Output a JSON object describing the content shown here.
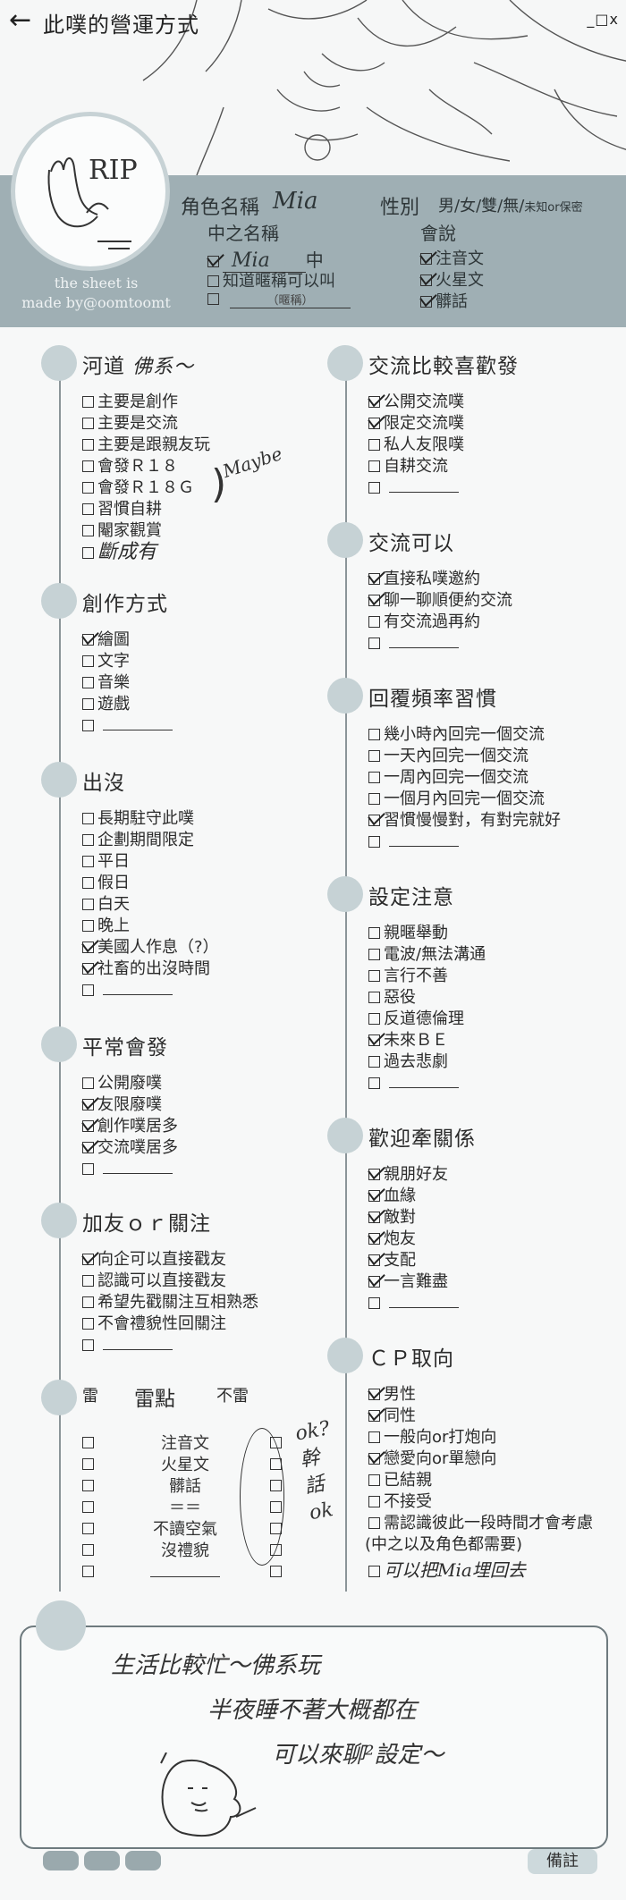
{
  "window": {
    "back_icon": "back-arrow-icon",
    "title": "此噗的營運方式",
    "controls": "_□x"
  },
  "avatar": {
    "sketch_text": "RIP"
  },
  "credit": {
    "line1": "the sheet is",
    "line2": "made by@oomtoomt"
  },
  "header": {
    "charname_label": "角色名稱",
    "charname_value": "Mia",
    "gender_label": "性別",
    "gender_options": "男/女/雙/無/",
    "gender_extra": "未知or保密",
    "cnname_label": "中之名稱",
    "cnname_value": "Mia",
    "cnname_suffix": "中",
    "cnname_alt": "知道暱稱可以叫",
    "nickname_hint": "（暱稱）",
    "speaks_label": "會說",
    "languages": [
      "注音文",
      "火星文",
      "髒話"
    ]
  },
  "left": {
    "river": {
      "title": "河道",
      "note": "佛系～",
      "items": [
        "主要是創作",
        "主要是交流",
        "主要是跟親友玩",
        "會發Ｒ１８",
        "會發Ｒ１８Ｇ",
        "習慣自耕",
        "閹家觀賞",
        "斷成有"
      ],
      "margin_note": "Maybe"
    },
    "create": {
      "title": "創作方式",
      "items": [
        "繪圖",
        "文字",
        "音樂",
        "遊戲"
      ]
    },
    "appear": {
      "title": "出沒",
      "items": [
        "長期駐守此噗",
        "企劃期間限定",
        "平日",
        "假日",
        "白天",
        "晚上",
        "美國人作息（?）",
        "社畜的出沒時間"
      ]
    },
    "post": {
      "title": "平常會發",
      "items": [
        "公開廢噗",
        "友限廢噗",
        "創作噗居多",
        "交流噗居多"
      ]
    },
    "follow": {
      "title": "加友ｏｒ關注",
      "items": [
        "向企可以直接戳友",
        "認識可以直接戳友",
        "希望先戳關注互相熟悉",
        "不會禮貌性回關注"
      ]
    },
    "dislike": {
      "col_dislike": "雷",
      "title": "雷點",
      "col_ok": "不雷",
      "rows": [
        "注音文",
        "火星文",
        "髒話",
        "＝＝",
        "不讀空氣",
        "沒禮貌"
      ],
      "handwriting": [
        "ok?",
        "幹",
        "話",
        "ok"
      ]
    }
  },
  "right": {
    "likes": {
      "title": "交流比較喜歡發",
      "items": [
        "公開交流噗",
        "限定交流噗",
        "私人友限噗",
        "自耕交流"
      ]
    },
    "can": {
      "title": "交流可以",
      "items": [
        "直接私噗邀約",
        "聊一聊順便約交流",
        "有交流過再約"
      ]
    },
    "reply": {
      "title": "回覆頻率習慣",
      "items": [
        "幾小時內回完一個交流",
        "一天內回完一個交流",
        "一周內回完一個交流",
        "一個月內回完一個交流",
        "習慣慢慢對，有對完就好"
      ]
    },
    "setting": {
      "title": "設定注意",
      "items": [
        "親暱舉動",
        "電波/無法溝通",
        "言行不善",
        "惡役",
        "反道德倫理",
        "未來ＢＥ",
        "過去悲劇"
      ]
    },
    "relation": {
      "title": "歡迎牽關係",
      "items": [
        "親朋好友",
        "血緣",
        "敵對",
        "炮友",
        "支配",
        "一言難盡"
      ]
    },
    "cp": {
      "title": "ＣＰ取向",
      "items": [
        "男性",
        "同性",
        "一般向or打炮向",
        "戀愛向or單戀向",
        "已結親",
        "不接受",
        "需認識彼此一段時間才會考慮"
      ],
      "note": "(中之以及角色都需要)",
      "last": "可以把Mia埋回去"
    }
  },
  "memo": {
    "lines": [
      "生活比較忙～佛系玩",
      "半夜睡不著大概都在",
      "可以來聊²設定～"
    ]
  },
  "footer": {
    "notes_button": "備註"
  }
}
